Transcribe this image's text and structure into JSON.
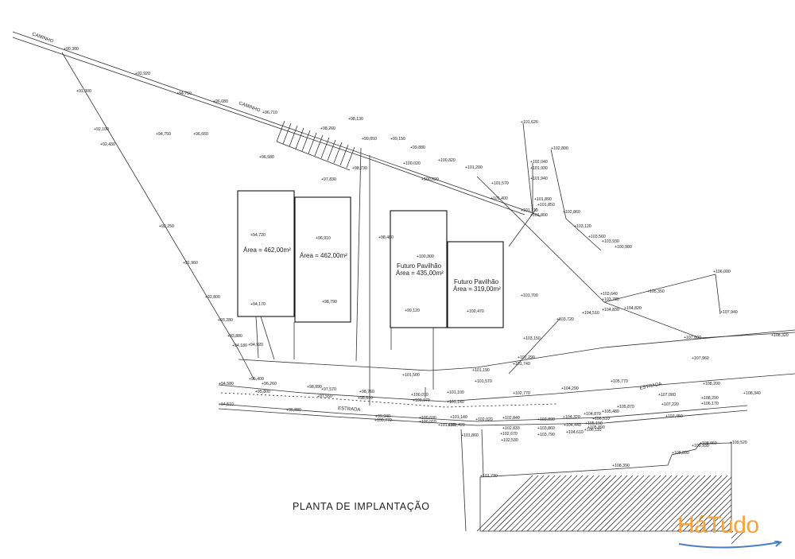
{
  "title": "PLANTA DE IMPLANTAÇÃO",
  "logo": {
    "text": "HáTudo",
    "color": "#f7a33a"
  },
  "road_labels": {
    "caminho_1": "CAMINHO",
    "caminho_2": "CAMINHO",
    "estrada_1": "ESTRADA",
    "estrada_2": "ESTRADA"
  },
  "buildings": {
    "b1": {
      "lines": [
        "Área = 462,00m²"
      ]
    },
    "b2": {
      "lines": [
        "Área = 462,00m²"
      ]
    },
    "b3": {
      "lines": [
        "Futuro Pavilhão",
        "Área = 435,00m²"
      ]
    },
    "b4": {
      "lines": [
        "Futuro Pavilhão",
        "Área = 319,00m²"
      ]
    }
  },
  "elevations": [
    "90,300",
    "92,920",
    "94,710",
    "96,080",
    "96,710",
    "91,300",
    "92,100",
    "92,430",
    "94,750",
    "96,660",
    "98,260",
    "98,130",
    "99,050",
    "99,150",
    "99,880",
    "100,820",
    "101,200",
    "101,570",
    "100,020",
    "100,620",
    "101,400",
    "96,580",
    "97,830",
    "98,730",
    "94,720",
    "96,910",
    "98,480",
    "100,300",
    "94,170",
    "98,790",
    "99,120",
    "100,470",
    "92,250",
    "91,960",
    "92,800",
    "93,280",
    "93,880",
    "94,180",
    "94,920",
    "101,626",
    "102,800",
    "102,040",
    "101,930",
    "101,940",
    "101,890",
    "101,850",
    "101,210",
    "101,800",
    "102,860",
    "103,120",
    "103,560",
    "103,930",
    "100,980",
    "101,700",
    "103,640",
    "103,780",
    "104,510",
    "104,830",
    "104,820",
    "105,350",
    "106,000",
    "107,940",
    "107,600",
    "108,320",
    "103,720",
    "103,150",
    "102,290",
    "101,740",
    "101,190",
    "101,570",
    "101,500",
    "102,770",
    "104,290",
    "105,770",
    "107,960",
    "94,580",
    "95,400",
    "96,260",
    "95,800",
    "98,890",
    "97,570",
    "97,550",
    "98,760",
    "98,610",
    "100,070",
    "100,970",
    "101,100",
    "101,140",
    "94,510",
    "96,880",
    "99,940",
    "100,770",
    "100,600",
    "100,010",
    "101,140",
    "101,190",
    "101,420",
    "102,020",
    "101,860",
    "102,840",
    "103,890",
    "104,320",
    "104,870",
    "105,480",
    "105,870",
    "107,080",
    "108,200",
    "108,340",
    "108,290",
    "106,170",
    "107,220",
    "107,450",
    "106,510",
    "105,190",
    "105,890",
    "106,110",
    "104,440",
    "104,610",
    "103,860",
    "103,790",
    "102,833",
    "102,670",
    "102,530",
    "101,730",
    "108,390",
    "108,890",
    "108,930",
    "108,960",
    "109,520"
  ]
}
